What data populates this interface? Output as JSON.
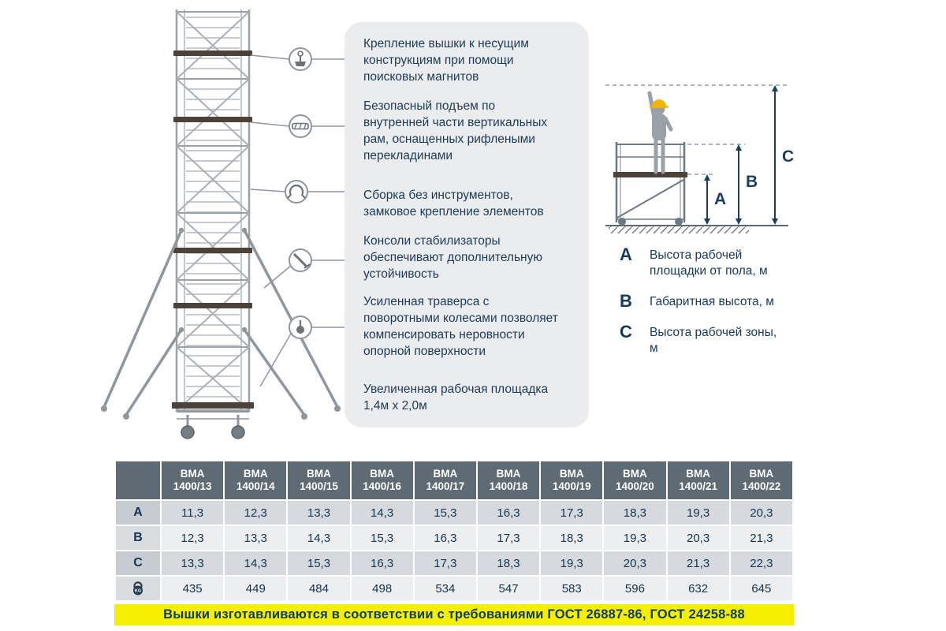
{
  "features": {
    "items": [
      {
        "icon": "magnet-icon",
        "text": "Крепление вышки к несущим конструкциям при помощи поисковых магнитов"
      },
      {
        "icon": "ladder-rung-icon",
        "text": "Безопасный подъем по внутренней части вертикальных рам, оснащенных рифлеными перекладинами"
      },
      {
        "icon": "lock-joint-icon",
        "text": "Сборка без инструментов, замковое крепление элементов"
      },
      {
        "icon": "stabilizer-icon",
        "text": "Консоли стабилизаторы обеспечивают дополнительную устойчивость"
      },
      {
        "icon": "caster-wheel-icon",
        "text": "Усиленная траверса с поворотными колесами позволяет компенсировать неровности опорной поверхности"
      },
      {
        "icon": null,
        "text": "Увеличенная рабочая площадка 1,4м x 2,0м"
      }
    ]
  },
  "legend": {
    "items": [
      {
        "letter": "A",
        "text": "Высота рабочей площадки от пола, м"
      },
      {
        "letter": "B",
        "text": "Габаритная высота, м"
      },
      {
        "letter": "C",
        "text": "Высота рабочей зоны, м"
      }
    ]
  },
  "table": {
    "columns": [
      {
        "brand": "ВМА",
        "model": "1400/13"
      },
      {
        "brand": "ВМА",
        "model": "1400/14"
      },
      {
        "brand": "ВМА",
        "model": "1400/15"
      },
      {
        "brand": "ВМА",
        "model": "1400/16"
      },
      {
        "brand": "ВМА",
        "model": "1400/17"
      },
      {
        "brand": "ВМА",
        "model": "1400/18"
      },
      {
        "brand": "ВМА",
        "model": "1400/19"
      },
      {
        "brand": "ВМА",
        "model": "1400/20"
      },
      {
        "brand": "ВМА",
        "model": "1400/21"
      },
      {
        "brand": "ВМА",
        "model": "1400/22"
      }
    ],
    "rows": [
      {
        "label": "A",
        "icon": null,
        "values": [
          "11,3",
          "12,3",
          "13,3",
          "14,3",
          "15,3",
          "16,3",
          "17,3",
          "18,3",
          "19,3",
          "20,3"
        ]
      },
      {
        "label": "B",
        "icon": null,
        "values": [
          "12,3",
          "13,3",
          "14,3",
          "15,3",
          "16,3",
          "17,3",
          "18,3",
          "19,3",
          "20,3",
          "21,3"
        ]
      },
      {
        "label": "C",
        "icon": null,
        "values": [
          "13,3",
          "14,3",
          "15,3",
          "16,3",
          "17,3",
          "18,3",
          "19,3",
          "20,3",
          "21,3",
          "22,3"
        ]
      },
      {
        "label": "",
        "icon": "kettlebell-icon",
        "icon_label": "KG",
        "values": [
          "435",
          "449",
          "484",
          "498",
          "534",
          "547",
          "583",
          "596",
          "632",
          "645"
        ]
      }
    ]
  },
  "banner": {
    "text": "Вышки изготавливаются в соответствии с требованиями ГОСТ 26887-86, ГОСТ 24258-88"
  },
  "colors": {
    "accent_yellow": "#f6ee00",
    "navy_text": "#14344f",
    "table_header_bg": "#5e6a74",
    "row_dark_bg": "#d6dade",
    "row_light_bg": "#eceeef",
    "helmet_yellow": "#f0b400"
  }
}
